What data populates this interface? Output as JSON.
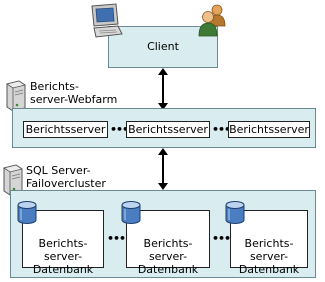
{
  "client": {
    "label": "Client"
  },
  "webfarm": {
    "title_line1": "Berichts-",
    "title_line2": "server-Webfarm",
    "servers": [
      "Berichtsserver",
      "Berichtsserver",
      "Berichtsserver"
    ],
    "ellipsis": "•••"
  },
  "cluster": {
    "title_line1": "SQL Server-",
    "title_line2": "Failovercluster",
    "databases": [
      {
        "line1": "Berichts-",
        "line2": "server-",
        "line3": "Datenbank"
      },
      {
        "line1": "Berichts-",
        "line2": "server-",
        "line3": "Datenbank"
      },
      {
        "line1": "Berichts-",
        "line2": "server-",
        "line3": "Datenbank"
      }
    ],
    "ellipsis": "•••"
  }
}
